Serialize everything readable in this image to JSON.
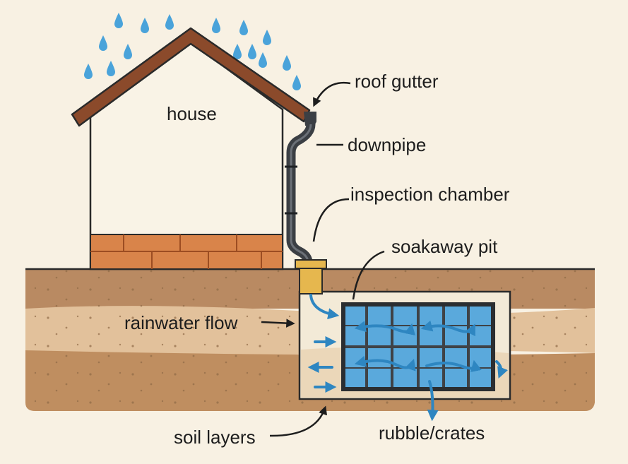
{
  "diagram": {
    "labels": {
      "house": "house",
      "roof_gutter": "roof gutter",
      "downpipe": "downpipe",
      "inspection_chamber": "inspection chamber",
      "soakaway_pit": "soakaway pit",
      "rainwater_flow": "rainwater flow",
      "soil_layers": "soil layers",
      "rubble_crates": "rubble/crates"
    },
    "colors": {
      "background": "#f8f1e3",
      "roof": "#8b4a2b",
      "brick": "#d9844a",
      "soil_top": "#b98a62",
      "soil_mid": "#e2c19b",
      "soil_deep": "#bf8e60",
      "crate_fill": "#5aa9dc",
      "crate_frame": "#3f4246",
      "water": "#2e86c1",
      "pipe": "#3b3f44",
      "chamber": "#e6b74e",
      "raindrop": "#4aa3da"
    },
    "icons": {
      "raindrops": "raindrop-icon",
      "flow_arrows": "water-arrow-icon"
    }
  }
}
